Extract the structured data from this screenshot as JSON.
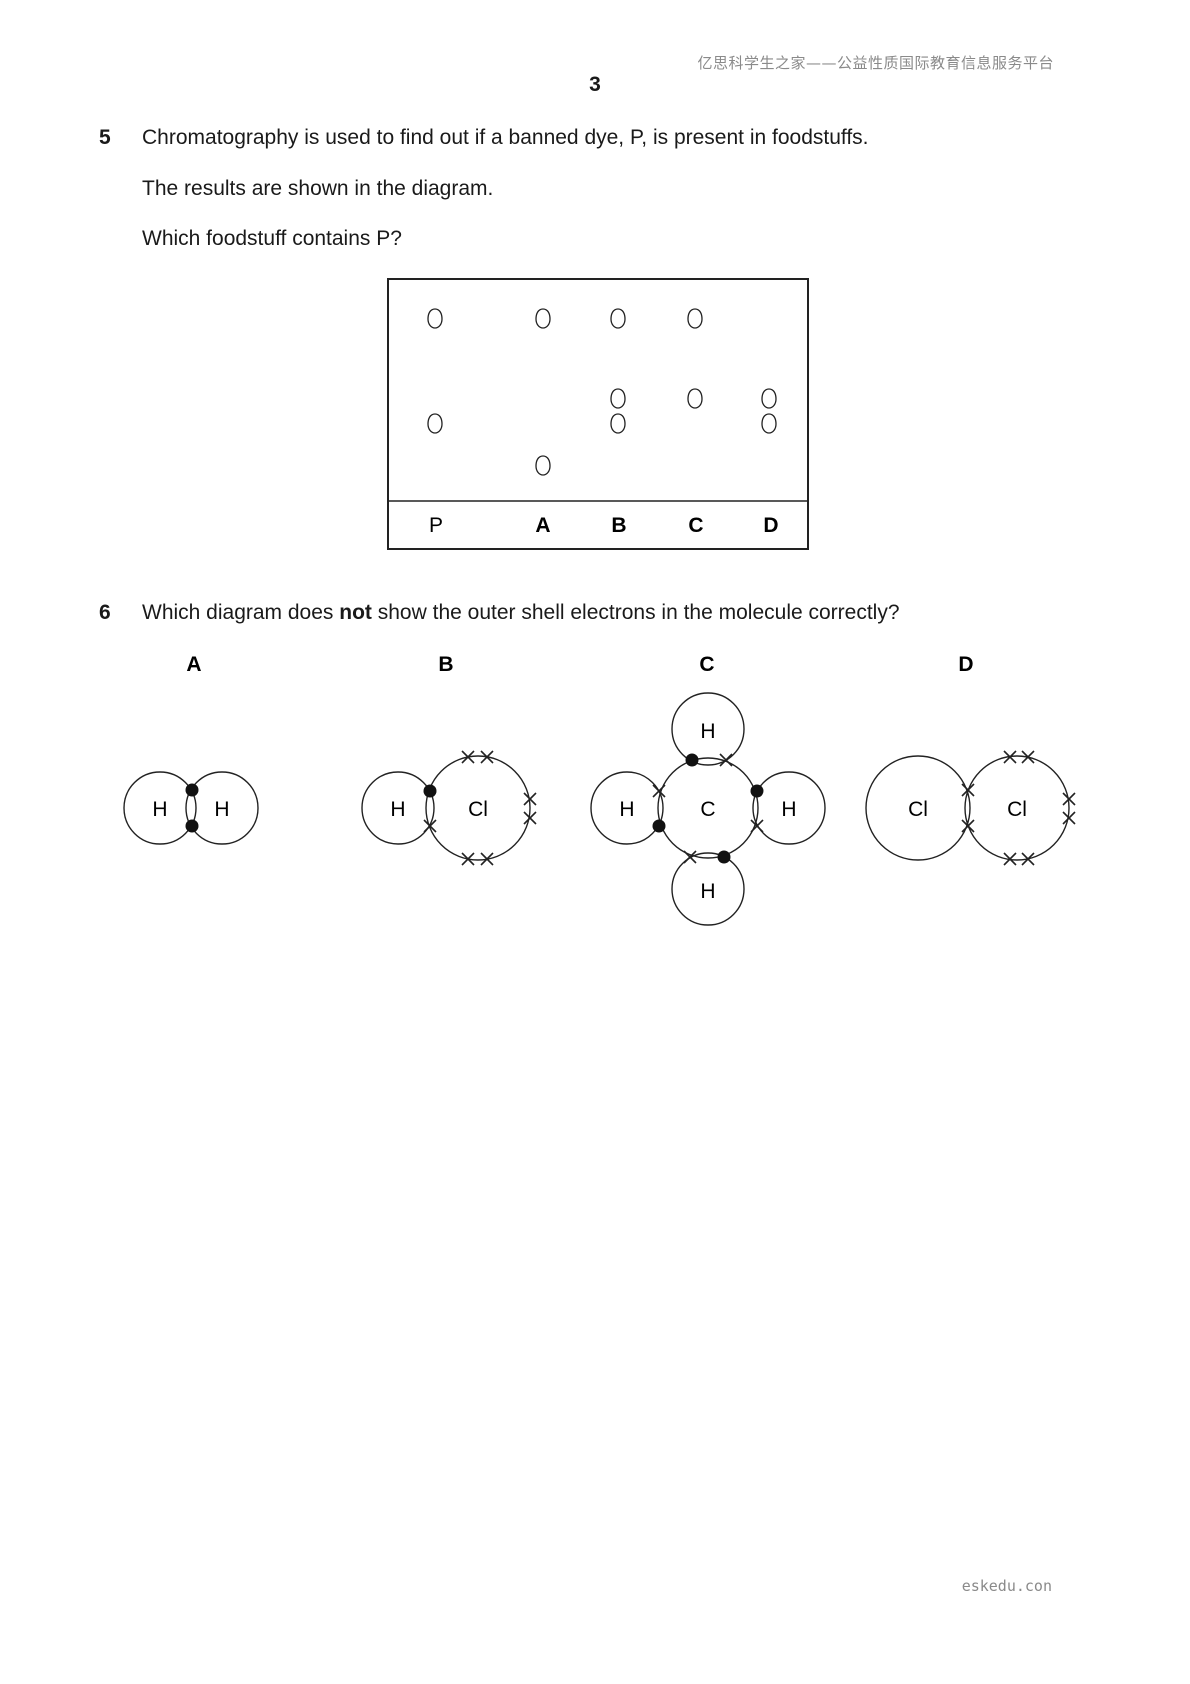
{
  "header_note": "亿思科学生之家——公益性质国际教育信息服务平台",
  "page_number": "3",
  "q5": {
    "number": "5",
    "line1": "Chromatography is used to find out if a banned dye, P, is present in foodstuffs.",
    "line2": "The results are shown in the diagram.",
    "line3": "Which foodstuff contains P?",
    "lanes": [
      "P",
      "A",
      "B",
      "C",
      "D"
    ]
  },
  "q6": {
    "number": "6",
    "text_before": "Which diagram does ",
    "text_bold": "not",
    "text_after": " show the outer shell electrons in the molecule correctly?",
    "options": [
      "A",
      "B",
      "C",
      "D"
    ],
    "atoms": {
      "h": "H",
      "c": "C",
      "cl": "Cl"
    }
  },
  "footer": "eskedu.con"
}
